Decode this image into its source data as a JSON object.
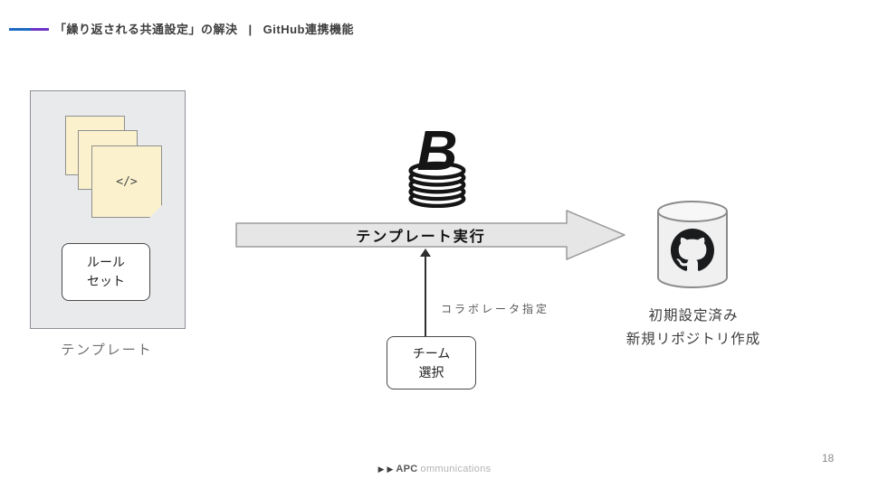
{
  "header": {
    "title": "「繰り返される共通設定」の解決",
    "separator": "|",
    "subtitle": "GitHub連携機能"
  },
  "template": {
    "note_code": "</>",
    "ruleset_line1": "ルール",
    "ruleset_line2": "セット",
    "caption": "テンプレート"
  },
  "logo": {
    "letter": "B"
  },
  "flow": {
    "arrow_label": "テンプレート実行",
    "annotation": "コラボレータ指定",
    "team_line1": "チーム",
    "team_line2": "選択"
  },
  "result": {
    "line1": "初期設定済み",
    "line2": "新規リポジトリ作成"
  },
  "footer": {
    "play_icon": "▶",
    "brand_bold": "APC",
    "brand_rest": "ommunications",
    "page_number": "18"
  },
  "colors": {
    "accent_blue": "#1e6ac1",
    "accent_purple": "#6a35c8",
    "note_yellow": "#fbf2cd",
    "panel_gray": "#e9eaec",
    "arrow_gray": "#e6e6e6"
  }
}
